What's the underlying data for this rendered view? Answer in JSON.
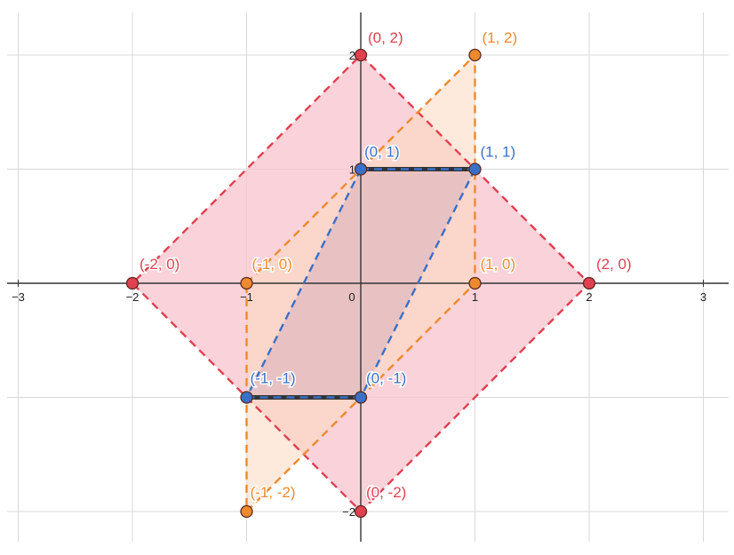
{
  "axes": {
    "x_range": [
      -3,
      3
    ],
    "y_range": [
      -2,
      2
    ],
    "grid": true,
    "x_ticks": [
      {
        "value": -3,
        "label": "−3"
      },
      {
        "value": -2,
        "label": "−2"
      },
      {
        "value": -1,
        "label": "−1"
      },
      {
        "value": 0,
        "label": "0"
      },
      {
        "value": 1,
        "label": "1"
      },
      {
        "value": 2,
        "label": "2"
      },
      {
        "value": 3,
        "label": "3"
      }
    ],
    "y_ticks": [
      {
        "value": 2,
        "label": "2"
      },
      {
        "value": 1,
        "label": "1"
      },
      {
        "value": -2,
        "label": "−2"
      }
    ]
  },
  "colors": {
    "red": "#e04050",
    "orange": "#ee8a2e",
    "blue": "#3a70c8",
    "dark": "#333333",
    "grid": "#d8d8d8",
    "axis": "#333333"
  },
  "shapes": {
    "red_square": {
      "vertices": [
        [
          0,
          2
        ],
        [
          2,
          0
        ],
        [
          0,
          -2
        ],
        [
          -2,
          0
        ]
      ],
      "fill": "#f7c5cf",
      "stroke": "#e04050"
    },
    "orange_upper": {
      "vertices": [
        [
          -1,
          0
        ],
        [
          1,
          2
        ],
        [
          1,
          0
        ]
      ],
      "fill": "#fbd9c0",
      "stroke": "#ee8a2e"
    },
    "orange_lower": {
      "vertices": [
        [
          -1,
          0
        ],
        [
          -1,
          -2
        ],
        [
          1,
          0
        ]
      ],
      "fill": "#fbd9c0",
      "stroke": "#ee8a2e"
    },
    "blue_parallelogram": {
      "vertices": [
        [
          0,
          1
        ],
        [
          1,
          1
        ],
        [
          0,
          -1
        ],
        [
          -1,
          -1
        ]
      ],
      "fill": "#d9b3bd",
      "stroke": "#3a70c8"
    }
  },
  "points": [
    {
      "x": 0,
      "y": 2,
      "label": "(0, 2)",
      "color": "#e04050"
    },
    {
      "x": 1,
      "y": 2,
      "label": "(1, 2)",
      "color": "#ee8a2e"
    },
    {
      "x": 0,
      "y": 1,
      "label": "(0, 1)",
      "color": "#3a70c8"
    },
    {
      "x": 1,
      "y": 1,
      "label": "(1, 1)",
      "color": "#3a70c8"
    },
    {
      "x": -2,
      "y": 0,
      "label": "(-2, 0)",
      "color": "#e04050"
    },
    {
      "x": -1,
      "y": 0,
      "label": "(-1, 0)",
      "color": "#ee8a2e"
    },
    {
      "x": 1,
      "y": 0,
      "label": "(1, 0)",
      "color": "#ee8a2e"
    },
    {
      "x": 2,
      "y": 0,
      "label": "(2, 0)",
      "color": "#e04050"
    },
    {
      "x": -1,
      "y": -1,
      "label": "(-1, -1)",
      "color": "#3a70c8"
    },
    {
      "x": 0,
      "y": -1,
      "label": "(0, -1)",
      "color": "#3a70c8"
    },
    {
      "x": -1,
      "y": -2,
      "label": "(-1, -2)",
      "color": "#ee8a2e"
    },
    {
      "x": 0,
      "y": -2,
      "label": "(0, -2)",
      "color": "#e04050"
    }
  ]
}
